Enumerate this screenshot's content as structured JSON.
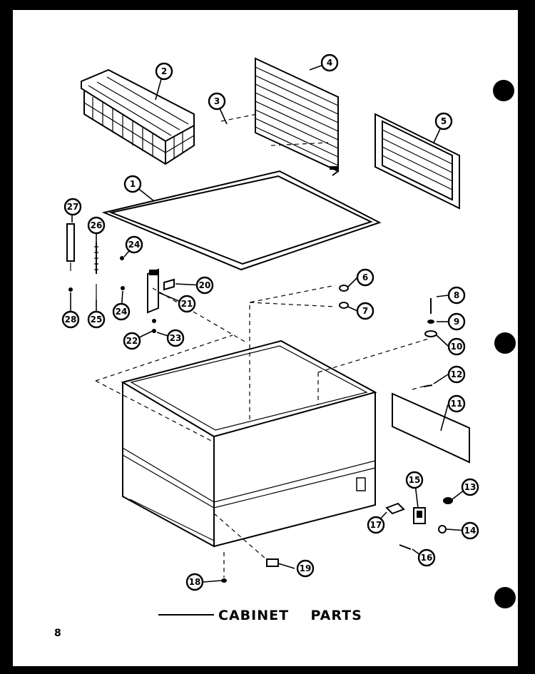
{
  "title": "CABINET    PARTS",
  "page_mark": "8",
  "callouts": [
    "1",
    "2",
    "3",
    "4",
    "5",
    "6",
    "7",
    "8",
    "9",
    "10",
    "11",
    "12",
    "13",
    "14",
    "15",
    "16",
    "17",
    "18",
    "19",
    "20",
    "21",
    "22",
    "23",
    "24",
    "24",
    "25",
    "26",
    "27",
    "28"
  ]
}
